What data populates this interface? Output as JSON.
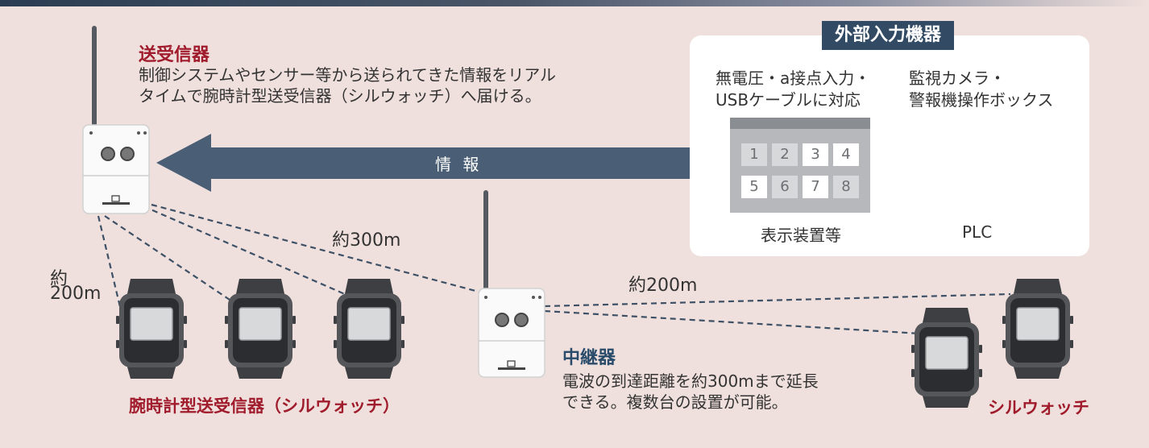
{
  "transceiver": {
    "title": "送受信器",
    "desc_line1": "制御システムやセンサー等から送られてきた情報をリアル",
    "desc_line2": "タイムで腕時計型送受信器（シルウォッチ）へ届ける。"
  },
  "arrow": {
    "label": "情 報"
  },
  "distances": {
    "watch_range_line1": "約",
    "watch_range_line2": "200m",
    "repeater_link": "約300m",
    "repeater_to_watch": "約200m"
  },
  "external": {
    "title": "外部入力機器",
    "input_line1": "無電圧・a接点入力・",
    "input_line2": "USBケーブルに対応",
    "device_line1": "監視カメラ・",
    "device_line2": "警報機操作ボックス",
    "display_label": "表示装置等",
    "plc_label": "PLC",
    "keys": [
      {
        "label": "1",
        "state": "off"
      },
      {
        "label": "2",
        "state": "off"
      },
      {
        "label": "3",
        "state": "on"
      },
      {
        "label": "4",
        "state": "on"
      },
      {
        "label": "5",
        "state": "on"
      },
      {
        "label": "6",
        "state": "off"
      },
      {
        "label": "7",
        "state": "on"
      },
      {
        "label": "8",
        "state": "off"
      }
    ]
  },
  "repeater": {
    "title": "中継器",
    "desc_line1": "電波の到達距離を約300mまで延長",
    "desc_line2": "できる。複数台の設置が可能。"
  },
  "watches": {
    "group_label": "腕時計型送受信器（シルウォッチ）",
    "right_label": "シルウォッチ"
  },
  "colors": {
    "background": "#efe0dd",
    "accent_red": "#a01c2c",
    "accent_navy": "#324a64",
    "dashed_line": "#3d5066"
  }
}
